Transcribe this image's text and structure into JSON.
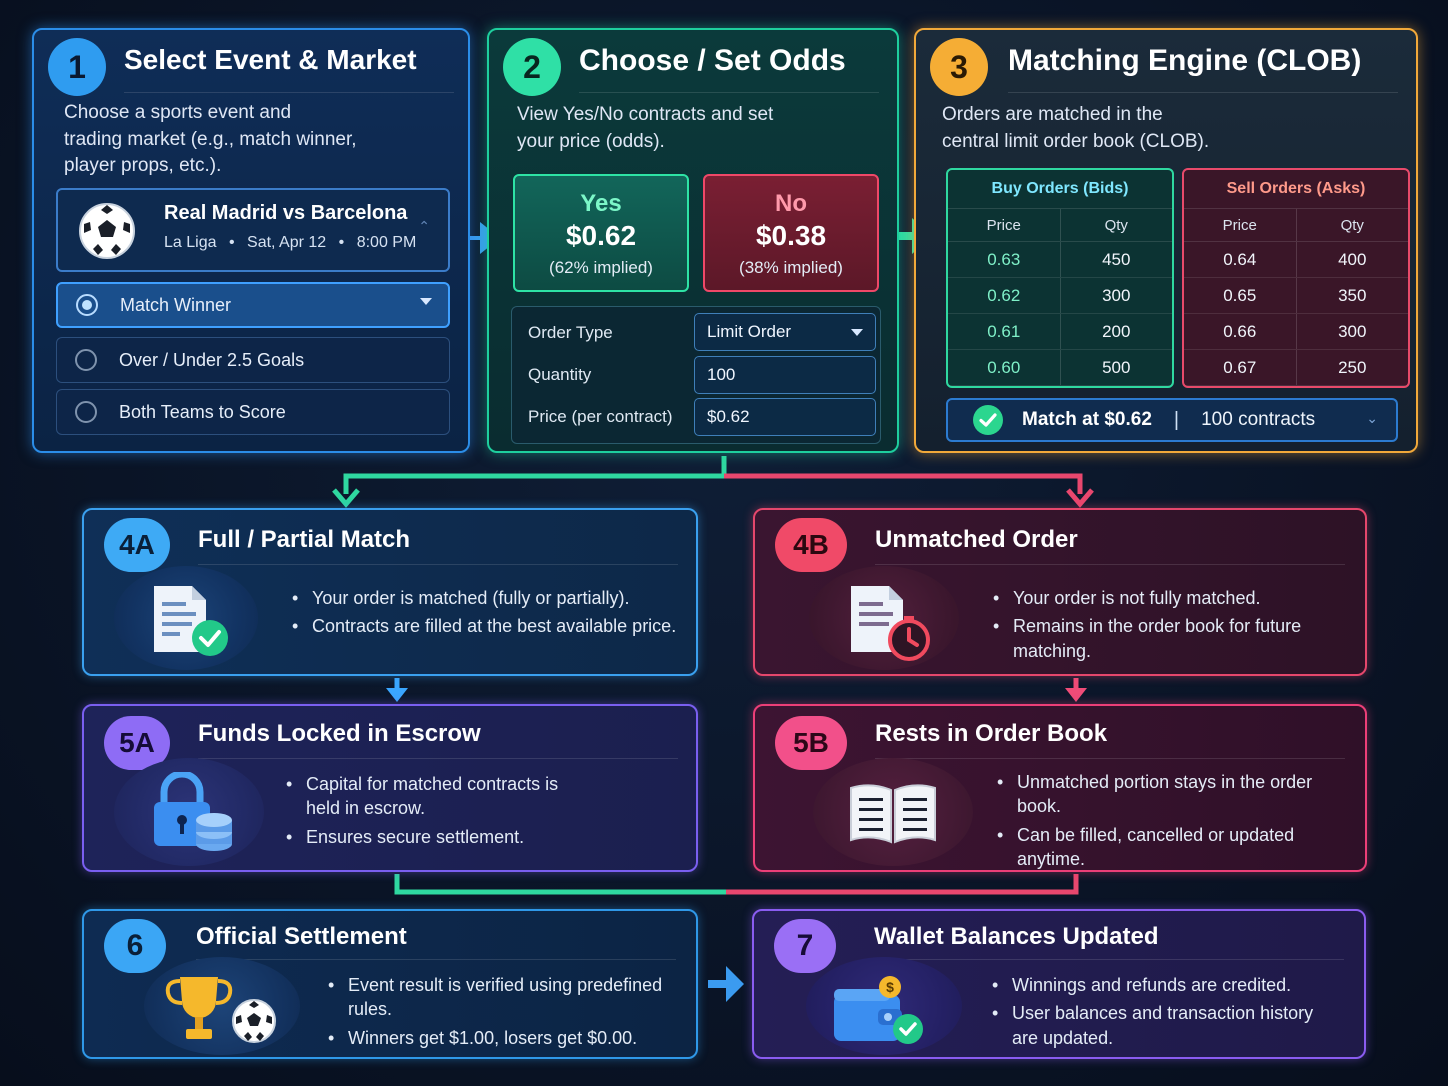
{
  "step1": {
    "number": "1",
    "title": "Select Event & Market",
    "desc_lines": [
      "Choose a sports event and",
      "trading market (e.g., match winner,",
      "player props, etc.)."
    ],
    "event": {
      "name": "Real Madrid vs Barcelona",
      "league": "La Liga",
      "date": "Sat, Apr 12",
      "time": "8:00 PM"
    },
    "markets": [
      {
        "label": "Match Winner",
        "selected": true
      },
      {
        "label": "Over / Under 2.5 Goals",
        "selected": false
      },
      {
        "label": "Both Teams to Score",
        "selected": false
      }
    ]
  },
  "step2": {
    "number": "2",
    "title": "Choose / Set Odds",
    "desc_lines": [
      "View Yes/No contracts and set",
      "your price (odds)."
    ],
    "yes": {
      "label": "Yes",
      "price": "$0.62",
      "implied": "(62% implied)"
    },
    "no": {
      "label": "No",
      "price": "$0.38",
      "implied": "(38% implied)"
    },
    "form": {
      "order_type_label": "Order Type",
      "order_type_value": "Limit Order",
      "quantity_label": "Quantity",
      "quantity_value": "100",
      "price_label": "Price (per contract)",
      "price_value": "$0.62"
    }
  },
  "step3": {
    "number": "3",
    "title": "Matching Engine (CLOB)",
    "desc_lines": [
      "Orders are matched in the",
      "central limit order book (CLOB)."
    ],
    "bids": {
      "title": "Buy Orders (Bids)",
      "price_col": "Price",
      "qty_col": "Qty",
      "rows": [
        [
          "0.63",
          "450"
        ],
        [
          "0.62",
          "300"
        ],
        [
          "0.61",
          "200"
        ],
        [
          "0.60",
          "500"
        ]
      ]
    },
    "asks": {
      "title": "Sell Orders (Asks)",
      "price_col": "Price",
      "qty_col": "Qty",
      "rows": [
        [
          "0.64",
          "400"
        ],
        [
          "0.65",
          "350"
        ],
        [
          "0.66",
          "300"
        ],
        [
          "0.67",
          "250"
        ]
      ]
    },
    "match": {
      "label": "Match at $0.62",
      "separator": "|",
      "contracts": "100 contracts"
    }
  },
  "step4a": {
    "badge": "4A",
    "title": "Full / Partial Match",
    "bullets": [
      "Your order is matched (fully or partially).",
      "Contracts are filled at the best available price."
    ]
  },
  "step4b": {
    "badge": "4B",
    "title": "Unmatched Order",
    "bullets": [
      "Your order is not fully matched.",
      "Remains in the order book for future matching."
    ]
  },
  "step5a": {
    "badge": "5A",
    "title": "Funds Locked in Escrow",
    "bullets": [
      "Capital for matched contracts is held in escrow.",
      "Ensures secure settlement."
    ]
  },
  "step5b": {
    "badge": "5B",
    "title": "Rests in Order Book",
    "bullets": [
      "Unmatched portion stays in the order book.",
      "Can be filled, cancelled or updated anytime."
    ]
  },
  "step6": {
    "badge": "6",
    "title": "Official Settlement",
    "bullets": [
      "Event result is verified using predefined rules.",
      "Winners get $1.00, losers get $0.00."
    ]
  },
  "step7": {
    "badge": "7",
    "title": "Wallet Balances Updated",
    "bullets": [
      "Winnings and refunds are credited.",
      "User balances and transaction history are updated."
    ]
  },
  "colors": {
    "blue": "#2b8de8",
    "green": "#1ecf9e",
    "orange": "#f2a93a",
    "red": "#e5476c",
    "purple": "#7a5ff0",
    "pink": "#ec3f78"
  },
  "icons": {
    "step1": "soccer-ball-icon",
    "step4a": "document-check-icon",
    "step4b": "document-clock-icon",
    "step5a": "padlock-coins-icon",
    "step5b": "open-book-icon",
    "step6": "trophy-ball-icon",
    "step7": "wallet-check-icon"
  }
}
